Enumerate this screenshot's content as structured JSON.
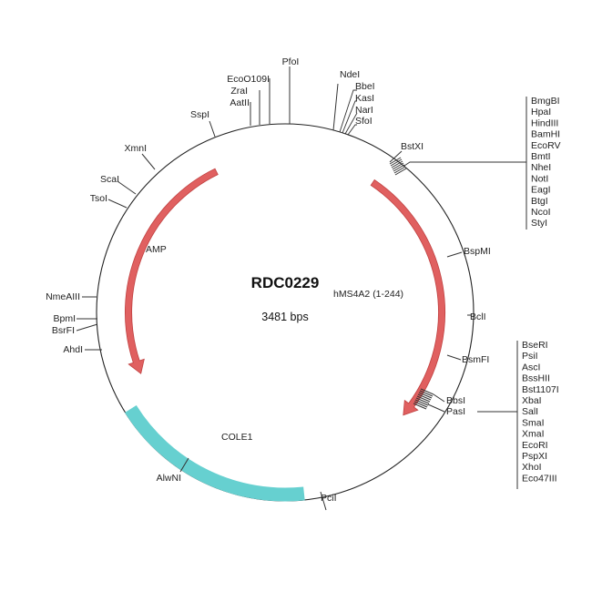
{
  "plasmid": {
    "name": "RDC0229",
    "size_label": "3481 bps"
  },
  "features": [
    {
      "id": "amp",
      "label": "AMP",
      "color": "#e06060"
    },
    {
      "id": "hms4a2",
      "label": "hMS4A2 (1-244)",
      "color": "#e06060"
    },
    {
      "id": "cole1",
      "label": "COLE1",
      "color": "#66d0d0"
    }
  ],
  "sites": {
    "pfoi": "PfoI",
    "ecoo109i": "EcoO109I",
    "zrai": "ZraI",
    "aatii": "AatII",
    "sspi": "SspI",
    "xmni": "XmnI",
    "scai": "ScaI",
    "tsoi": "TsoI",
    "nmeaiii": "NmeAIII",
    "bpmi": "BpmI",
    "bsrfi": "BsrFI",
    "ahdi": "AhdI",
    "alwni": "AlwNI",
    "pcii": "PciI",
    "ndei": "NdeI",
    "bbei": "BbeI",
    "kasi": "KasI",
    "nari": "NarI",
    "sfoi": "SfoI",
    "bstxi": "BstXI",
    "bspmi": "BspMI",
    "bcli": "BclI",
    "bsmfi": "BsmFI",
    "bbsi": "BbsI",
    "pasi": "PasI"
  },
  "mcs_upper": [
    "BmgBI",
    "HpaI",
    "HindIII",
    "BamHI",
    "EcoRV",
    "BmtI",
    "NheI",
    "NotI",
    "EagI",
    "BtgI",
    "NcoI",
    "StyI"
  ],
  "mcs_lower": [
    "BseRI",
    "PsiI",
    "AscI",
    "BssHII",
    "Bst1107I",
    "XbaI",
    "SalI",
    "SmaI",
    "XmaI",
    "EcoRI",
    "PspXI",
    "XhoI",
    "Eco47III"
  ]
}
